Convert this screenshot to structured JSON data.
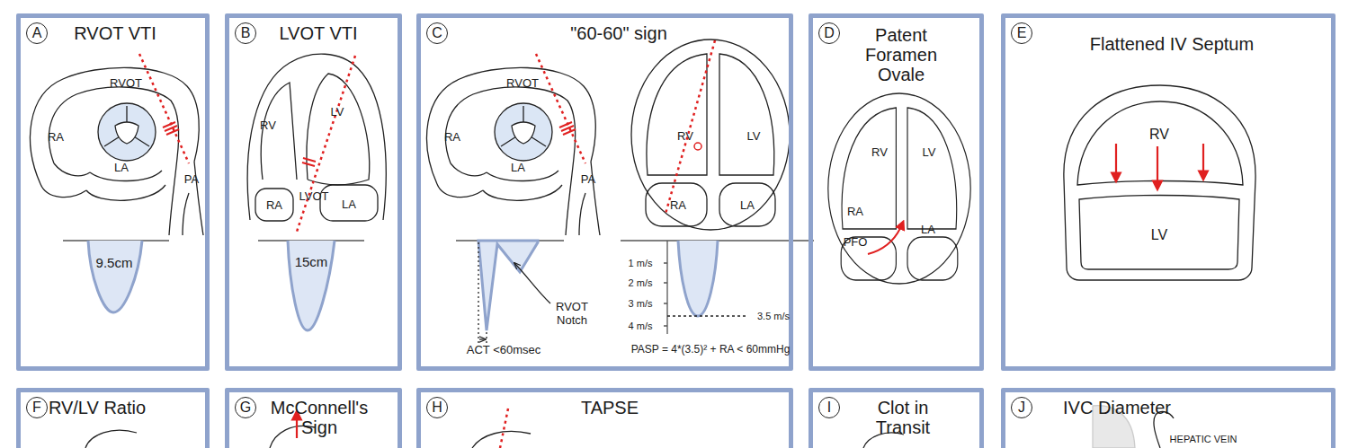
{
  "diagram": {
    "nodes": [
      {
        "text": [
          "A",
          "RVOT VTI"
        ]
      },
      {
        "text": [
          "B",
          "LVOT VTI"
        ]
      },
      {
        "text": [
          "C",
          "\"60-60\" sign"
        ]
      },
      {
        "text": [
          "D",
          "Patent Foramen Ovale"
        ]
      },
      {
        "text": [
          "E",
          "Flattened IV Septum"
        ]
      },
      {
        "text": [
          "F",
          "RV/LV Ratio"
        ]
      },
      {
        "text": [
          "G",
          "McConnell's Sign"
        ]
      },
      {
        "text": [
          "H",
          "TAPSE"
        ]
      },
      {
        "text": [
          "I",
          "Clot in Transit"
        ]
      },
      {
        "text": [
          "J",
          "IVC Diameter"
        ]
      }
    ],
    "labels": [
      "RVOT",
      "RA",
      "LA",
      "PA",
      "9.5cm",
      "RV",
      "LV",
      "LVOT",
      "RA",
      "LA",
      "15cm",
      "RVOT",
      "RA",
      "LA",
      "PA",
      "RVOT Notch",
      "ACT <60msec",
      "RV",
      "LV",
      "RA",
      "LA",
      "1 m/s",
      "2 m/s",
      "3 m/s",
      "4 m/s",
      "3.5 m/s",
      "PASP = 4*(3.5)² + RA  < 60mmHg",
      "RV",
      "LV",
      "RA",
      "PFO",
      "LA",
      "RV",
      "LV",
      "HEPATIC VEIN"
    ]
  }
}
